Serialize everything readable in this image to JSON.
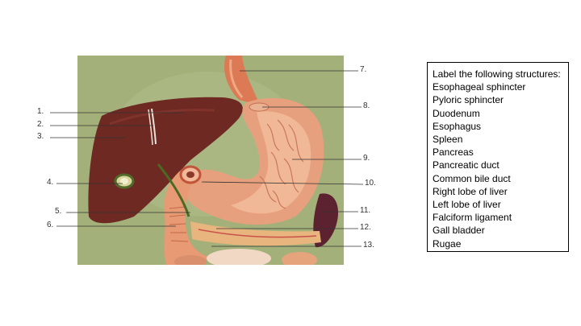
{
  "diagram": {
    "labels": [
      "1.",
      "2.",
      "3.",
      "4.",
      "5.",
      "6.",
      "7.",
      "8.",
      "9.",
      "10.",
      "11.",
      "12.",
      "13."
    ]
  },
  "legend": {
    "title": "Label the following structures:",
    "items": [
      "Esophageal sphincter",
      "Pyloric sphincter",
      "Duodenum",
      "Esophagus",
      "Spleen",
      "Pancreas",
      "Pancreatic duct",
      "Common bile duct",
      "Right lobe of liver",
      "Left lobe of liver",
      "Falciform ligament",
      "Gall bladder",
      "Rugae"
    ]
  },
  "colors": {
    "background": "#a3b07a",
    "liver": "#6e2a22",
    "stomach": "#e7a07e",
    "stomach_inner": "#f0b896",
    "spleen": "#5c2230",
    "pancreas": "#e8b57e"
  }
}
